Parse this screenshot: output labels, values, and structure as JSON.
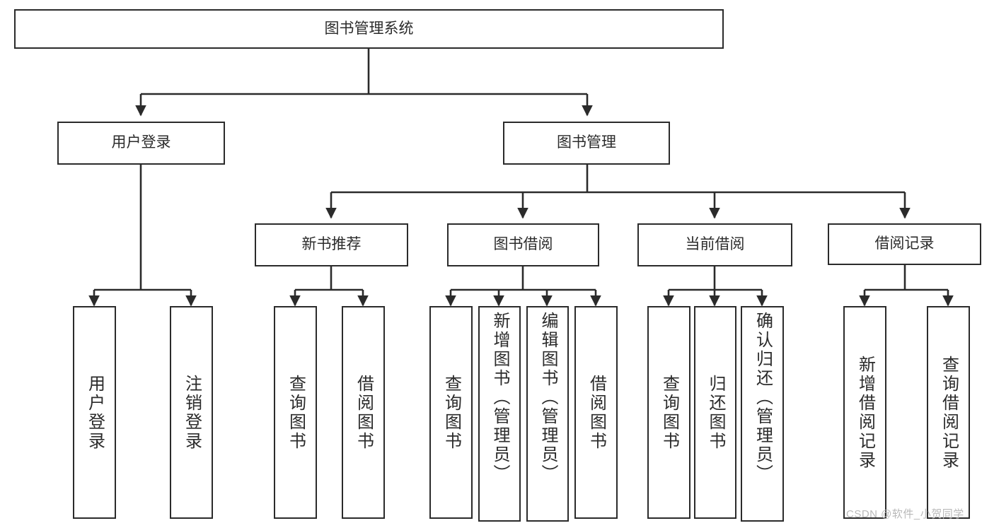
{
  "diagram": {
    "title": "图书管理系统",
    "watermark": "CSDN @软件_小贺同学",
    "line_color": "#2b2b2b",
    "box_fill": "#ffffff",
    "text_color": "#2b2b2b",
    "watermark_color": "#b9b9b9",
    "root": {
      "label": "图书管理系统"
    },
    "level1": [
      {
        "label": "用户登录"
      },
      {
        "label": "图书管理"
      }
    ],
    "level2": [
      {
        "label": "新书推荐"
      },
      {
        "label": "图书借阅"
      },
      {
        "label": "当前借阅"
      },
      {
        "label": "借阅记录"
      }
    ],
    "leaves": {
      "user_login": [
        {
          "label": "用户登录"
        },
        {
          "label": "注销登录"
        }
      ],
      "new_book_recommend": [
        {
          "label": "查询图书"
        },
        {
          "label": "借阅图书"
        }
      ],
      "book_borrow": [
        {
          "label": "查询图书"
        },
        {
          "label": "新增图书（管理员）"
        },
        {
          "label": "编辑图书（管理员）"
        },
        {
          "label": "借阅图书"
        }
      ],
      "current_borrow": [
        {
          "label": "查询图书"
        },
        {
          "label": "归还图书"
        },
        {
          "label": "确认归还（管理员）"
        }
      ],
      "borrow_record": [
        {
          "label": "新增借阅记录"
        },
        {
          "label": "查询借阅记录"
        }
      ]
    }
  }
}
